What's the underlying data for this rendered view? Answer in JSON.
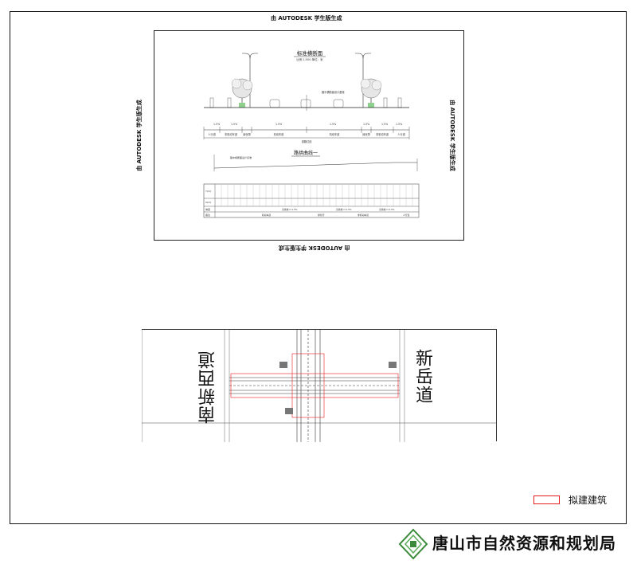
{
  "watermark": "由 AUTODESK 学生版生成",
  "section": {
    "title": "标准横断面",
    "scale": "比例 1:500 单位：米",
    "profile_title": "路拱曲线一",
    "centerline_label": "路中横断面设计基准",
    "total_label": "道路红线",
    "slopes": [
      "1.5%",
      "1.5%",
      "1.5%",
      "1.5%",
      "1.5%",
      "1.5%",
      "1.5%"
    ],
    "lane_labels": [
      "人行道",
      "非机动车道",
      "绿化带",
      "机动车道",
      "机动车道",
      "绿化带",
      "非机动车道",
      "人行道"
    ],
    "table_row_labels": [
      "Y(m)",
      "X(m)",
      "坡度",
      "备注"
    ],
    "table_slope_labels": [
      "直线坡 i=1.5%",
      "直线坡 i=1.5%",
      "直线坡 i=1.5%"
    ],
    "table_remark_labels": [
      "机动车道",
      "绿化带",
      "非机动车道",
      "人行道"
    ]
  },
  "plan": {
    "road_left": "南新西道",
    "road_right": "新岳道"
  },
  "legend": {
    "label": "拟建建筑",
    "color": "#e41d1d"
  },
  "bureau": {
    "name": "唐山市自然资源和规划局",
    "logo_icon": "bureau-emblem-icon",
    "logo_color": "#3a8a3a"
  }
}
